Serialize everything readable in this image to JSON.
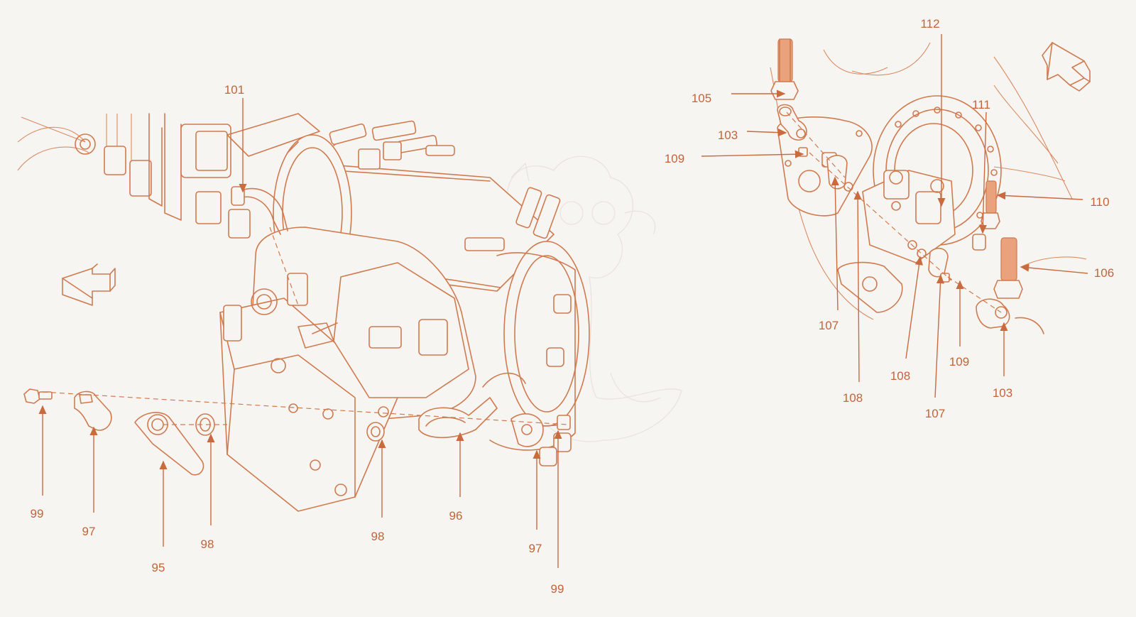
{
  "colors": {
    "line": "#cf7a4f",
    "label": "#c4633a",
    "background": "#f7f5f1"
  },
  "callouts": {
    "c101": "101",
    "c99a": "99",
    "c97a": "97",
    "c95": "95",
    "c98a": "98",
    "c98b": "98",
    "c96": "96",
    "c97b": "97",
    "c99b": "99",
    "c112": "112",
    "c105": "105",
    "c103a": "103",
    "c109a": "109",
    "c111": "111",
    "c110": "110",
    "c106": "106",
    "c107a": "107",
    "c108a": "108",
    "c108b": "108",
    "c109b": "109",
    "c107b": "107",
    "c103b": "103"
  },
  "icons": {
    "left_arrow": "direction-arrow-down-left-icon",
    "right_arrow": "direction-arrow-up-right-icon"
  }
}
